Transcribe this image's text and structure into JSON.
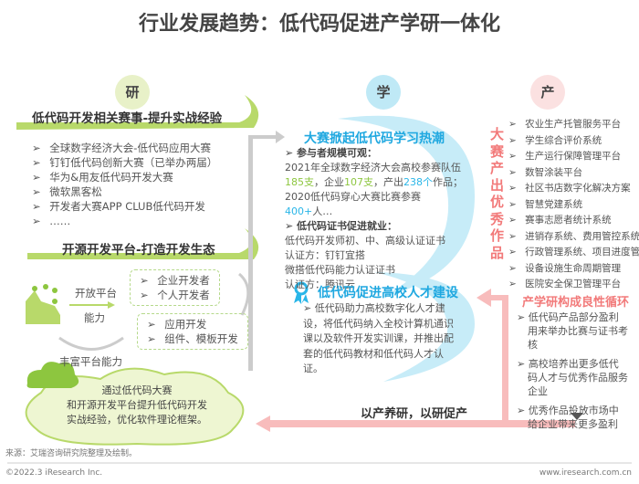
{
  "title": "行业发展趋势：低代码促进产学研一体化",
  "yan": {
    "badge": "研",
    "heading1": "低代码开发相关赛事-提升实战经验",
    "events": [
      "全球数字经济大会-低代码应用大赛",
      "钉钉低代码创新大赛（已举办两届）",
      "华为&用友低代码开发大赛",
      "微软黑客松",
      "开发者大赛APP CLUB低代码开发",
      "……"
    ],
    "heading2": "开源开发平台-打造开发生态",
    "open_platform": "开放平台",
    "ability": "能力",
    "developers": [
      "企业开发者",
      "个人开发者"
    ],
    "dev_types": [
      "应用开发",
      "组件、模板开发"
    ],
    "rich": "丰富平台能力",
    "cloud": [
      "通过低代码大赛",
      "和开源开发平台提升低代码开发",
      "实战经验，优化软件理论框架。"
    ]
  },
  "xue": {
    "badge": "学",
    "heading1": "大赛掀起低代码学习热潮",
    "sub1": "参与者规模可观：",
    "p1a": " 2021年全球数字经济大会高校参赛队伍",
    "n1": "185支",
    "p1b": "，企业",
    "n2": "107支",
    "p1c": "，产出",
    "n3": "238个",
    "p1d": "作品；2020低代码穿心大赛比赛参赛",
    "n4": "400+",
    "p1e": "人…",
    "sub2": "低代码证书促进就业：",
    "cert": [
      "低代码开发师初、中、高级认证证书",
      "认证方：钉钉宜搭",
      "微搭低代码能力认证证书",
      "认证方：腾讯云"
    ],
    "heading2": "低代码促进高校人才建设",
    "p2": "低代码助力高校数字化人才建设，将低代码纳入全校计算机通识课以及软件开发实训课，并推出配套的低代码教材和低代码人才认证。",
    "slogan": "以产养研，以研促产"
  },
  "chan": {
    "badge": "产",
    "vertical": "大赛产出优秀作品",
    "works": [
      "农业生产托管服务平台",
      "学生综合评价系统",
      "生产运行保障管理平台",
      "数智涂装平台",
      "社区书店数字化解决方案",
      "智慧党建系统",
      "赛事志愿者统计系统",
      "进销存系统、费用管控系统",
      "行政管理系统、项目进度管理",
      "设备设施生命周期管理",
      "医院安全保卫管理平台"
    ],
    "heading2": "产学研构成良性循环",
    "cycle": [
      "低代码产品部分盈利用来举办比赛与证书考核",
      "高校培养出更多低代码人才与优秀作品服务企业",
      "优秀作品投放市场中给企业带来更多盈利"
    ]
  },
  "footer": {
    "source": "来源：艾瑞咨询研究院整理及绘制。",
    "copyright": "©2022.3 iResearch Inc.",
    "url": "www.iresearch.com.cn"
  }
}
